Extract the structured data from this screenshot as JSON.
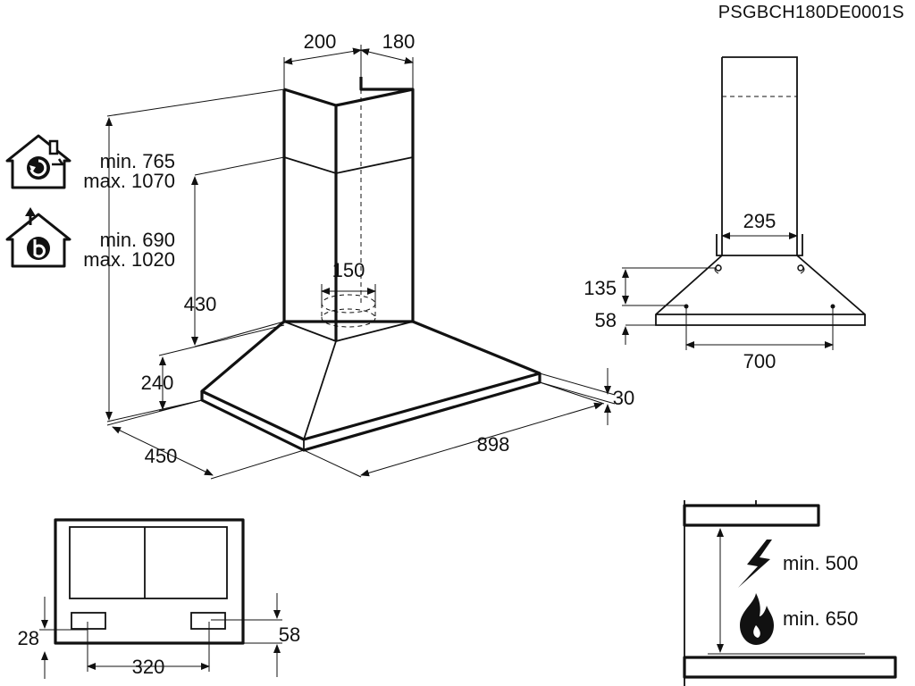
{
  "header": {
    "model_code": "PSGBCH180DE0001S"
  },
  "main_view": {
    "width_front": "200",
    "width_side": "180",
    "outlet_diameter": "150",
    "chimney_height": "430",
    "canopy_height": "240",
    "depth": "450",
    "width": "898",
    "edge_thickness": "30"
  },
  "installation_modes": {
    "recirculation": {
      "min": "min. 765",
      "max": "max. 1070",
      "icon": "recirculation-house-icon"
    },
    "extraction": {
      "min": "min. 690",
      "max": "max. 1020",
      "icon": "extraction-house-icon"
    }
  },
  "side_view": {
    "chimney_width": "295",
    "bracket_height": "135",
    "hole_offset": "58",
    "hole_spacing": "700"
  },
  "bottom_view": {
    "left_offset": "28",
    "right_offset": "58",
    "filter_spacing": "320"
  },
  "clearance": {
    "electric": {
      "label": "min. 500",
      "icon": "lightning-icon"
    },
    "gas": {
      "label": "min. 650",
      "icon": "flame-icon"
    }
  }
}
